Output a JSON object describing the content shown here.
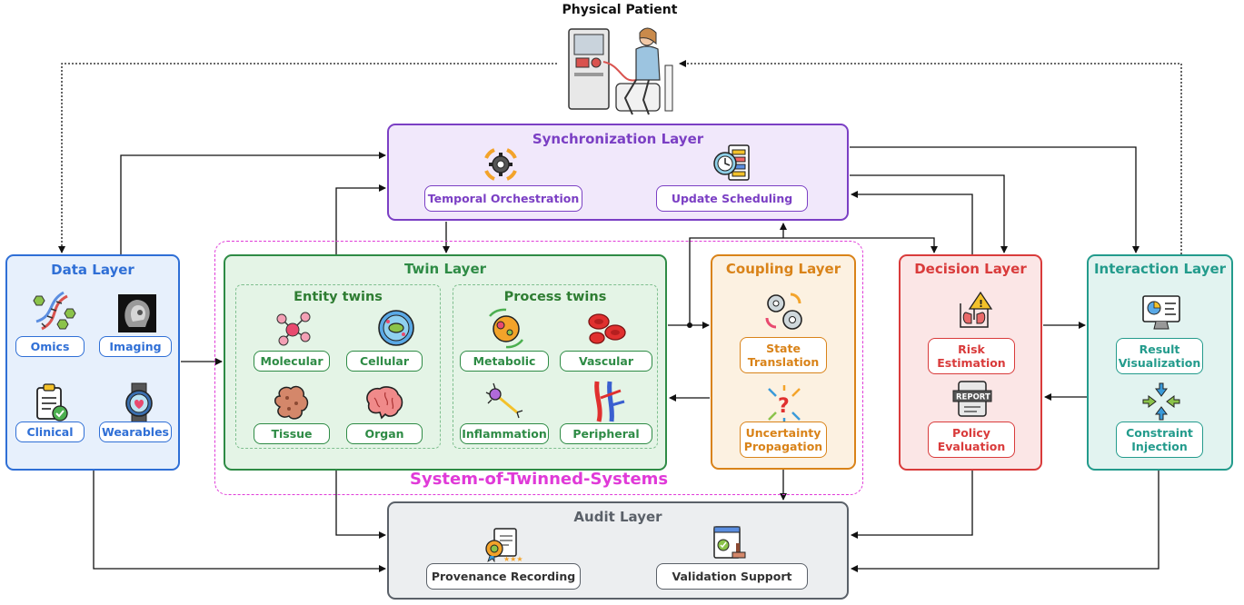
{
  "patient": {
    "label": "Physical Patient"
  },
  "sync": {
    "title": "Synchronization Layer",
    "items": [
      "Temporal Orchestration",
      "Update Scheduling"
    ]
  },
  "data_layer": {
    "title": "Data Layer",
    "items": [
      "Omics",
      "Imaging",
      "Clinical",
      "Wearables"
    ]
  },
  "twin": {
    "title": "Twin Layer",
    "entity": {
      "title": "Entity twins",
      "items": [
        "Molecular",
        "Cellular",
        "Tissue",
        "Organ"
      ]
    },
    "process": {
      "title": "Process twins",
      "items": [
        "Metabolic",
        "Vascular",
        "Inflammation",
        "Peripheral"
      ]
    }
  },
  "coupling": {
    "title": "Coupling Layer",
    "items": [
      "State\nTranslation",
      "Uncertainty\nPropagation"
    ]
  },
  "decision": {
    "title": "Decision Layer",
    "items": [
      "Risk\nEstimation",
      "Policy\nEvaluation"
    ]
  },
  "interaction": {
    "title": "Interaction Layer",
    "items": [
      "Result\nVisualization",
      "Constraint\nInjection"
    ]
  },
  "system": {
    "label": "System-of-Twinned-Systems"
  },
  "audit": {
    "title": "Audit Layer",
    "items": [
      "Provenance Recording",
      "Validation Support"
    ]
  },
  "colors": {
    "sync": "#7b3fc4",
    "data": "#2f6fd6",
    "twin": "#2e8b45",
    "coupling": "#d98319",
    "decision": "#d93b3b",
    "interaction": "#239b8c",
    "audit": "#5a6068",
    "system": "#e03ad8"
  },
  "icons": [
    "patient-dialysis-icon",
    "gear-cycle-icon",
    "clock-schedule-icon",
    "dna-icon",
    "mri-head-icon",
    "clipboard-check-icon",
    "smartwatch-icon",
    "molecule-icon",
    "cell-icon",
    "tissue-icon",
    "brain-icon",
    "metabolism-icon",
    "red-blood-cells-icon",
    "neuron-icon",
    "blood-vessels-icon",
    "gears-exchange-icon",
    "question-arrows-icon",
    "lungs-warning-icon",
    "report-icon",
    "monitor-chart-icon",
    "converge-arrows-icon",
    "certificate-icon",
    "document-stamp-icon"
  ]
}
